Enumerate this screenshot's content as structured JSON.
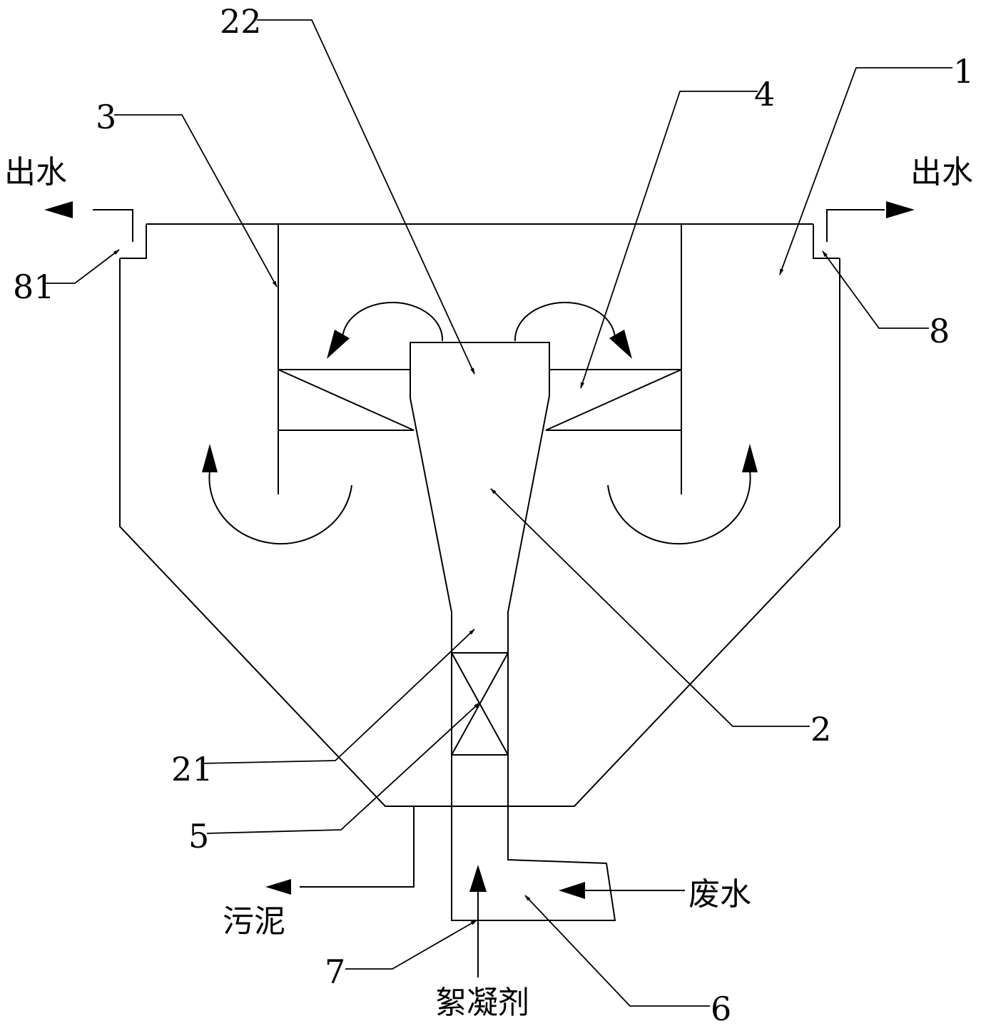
{
  "labels": {
    "n1": "1",
    "n2": "2",
    "n3": "3",
    "n4": "4",
    "n5": "5",
    "n6": "6",
    "n7": "7",
    "n8": "8",
    "n21": "21",
    "n22": "22",
    "n81": "81"
  },
  "text": {
    "outlet_left": "出水",
    "outlet_right": "出水",
    "sludge": "污泥",
    "wastewater": "废水",
    "flocculant": "絮凝剂"
  }
}
